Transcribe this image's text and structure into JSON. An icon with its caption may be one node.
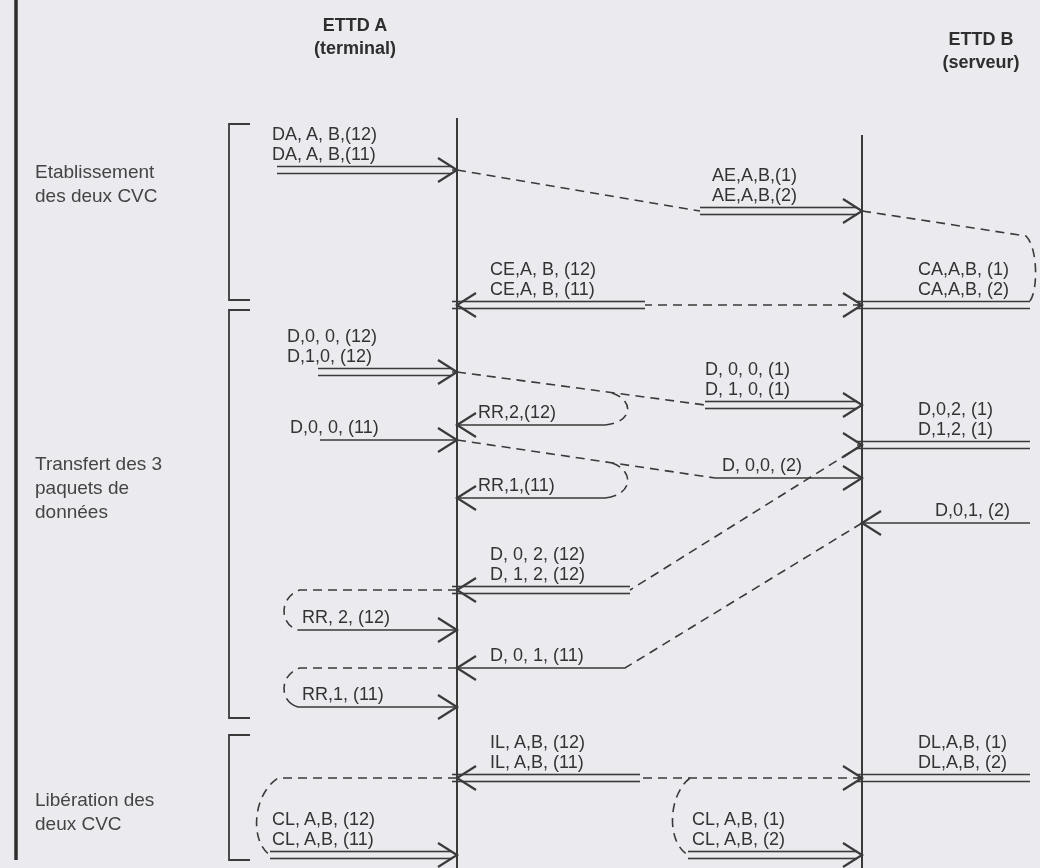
{
  "diagram": {
    "nodes": [
      {
        "text": [],
        "shape": "bar"
      },
      {
        "text": [],
        "shape": "bar"
      }
    ],
    "edges": [
      {
        "from": null,
        "to": 0,
        "arrow": "to",
        "label": "DA, A, B,(12) DA, A, B,(11)"
      },
      {
        "from": 0,
        "to": 1,
        "arrow": "to",
        "label": "AE,A,B,(1) AE,A,B,(2)",
        "style": "dashed"
      },
      {
        "from": 1,
        "to": null,
        "arrow": "none",
        "style": "dashed"
      },
      {
        "from": null,
        "to": 1,
        "arrow": "to",
        "label": "CA,A,B, (1) CA,A,B, (2)"
      },
      {
        "from": 1,
        "to": 0,
        "arrow": "to",
        "label": "CE,A, B, (12) CE,A, B, (11)",
        "style": "dashed"
      },
      {
        "from": null,
        "to": 0,
        "arrow": "to",
        "label": "D,0, 0, (12) D,1,0, (12)"
      },
      {
        "from": 0,
        "to": 1,
        "arrow": "to",
        "label": "D, 0, 0, (1) D, 1, 0, (1)",
        "style": "dashed"
      },
      {
        "from": null,
        "to": 0,
        "arrow": "to",
        "label": "RR,2,(12)",
        "style": "dashed"
      },
      {
        "from": null,
        "to": 0,
        "arrow": "to",
        "label": "D,0, 0, (11)"
      },
      {
        "from": 0,
        "to": 1,
        "arrow": "to",
        "label": "D, 0,0, (2)",
        "style": "dashed"
      },
      {
        "from": null,
        "to": 0,
        "arrow": "to",
        "label": "RR,1,(11)",
        "style": "dashed"
      },
      {
        "from": null,
        "to": 1,
        "arrow": "to",
        "label": "D,0,2, (1) D,1,2, (1)"
      },
      {
        "from": 1,
        "to": 0,
        "arrow": "to",
        "label": "D, 0, 2, (12) D, 1, 2, (12)",
        "style": "dashed"
      },
      {
        "from": null,
        "to": 1,
        "arrow": "to",
        "label": "D,0,1, (2)"
      },
      {
        "from": 1,
        "to": 0,
        "arrow": "to",
        "label": "D, 0, 1, (11)",
        "style": "dashed"
      },
      {
        "from": null,
        "to": 0,
        "arrow": "to",
        "label": "RR, 2, (12)",
        "style": "dashed"
      },
      {
        "from": null,
        "to": 0,
        "arrow": "to",
        "label": "RR,1, (11)",
        "style": "dashed"
      },
      {
        "from": null,
        "to": 1,
        "arrow": "to",
        "label": "DL,A,B, (1) DL,A,B, (2)"
      },
      {
        "from": 1,
        "to": 0,
        "arrow": "to",
        "label": "IL, A,B, (12) IL, A,B, (11)",
        "style": "dashed"
      },
      {
        "from": null,
        "to": 0,
        "arrow": "to",
        "label": "CL, A,B, (12) CL, A,B, (11)",
        "style": "dashed"
      },
      {
        "from": null,
        "to": 1,
        "arrow": "to",
        "label": "CL, A,B, (1) CL, A,B, (2)",
        "style": "dashed"
      }
    ],
    "labels": [
      "ETTD A (terminal)",
      "ETTD B (serveur)",
      "Etablissement des deux CVC",
      "Transfert des 3 paquets de données",
      "Libération des deux CVC"
    ]
  }
}
